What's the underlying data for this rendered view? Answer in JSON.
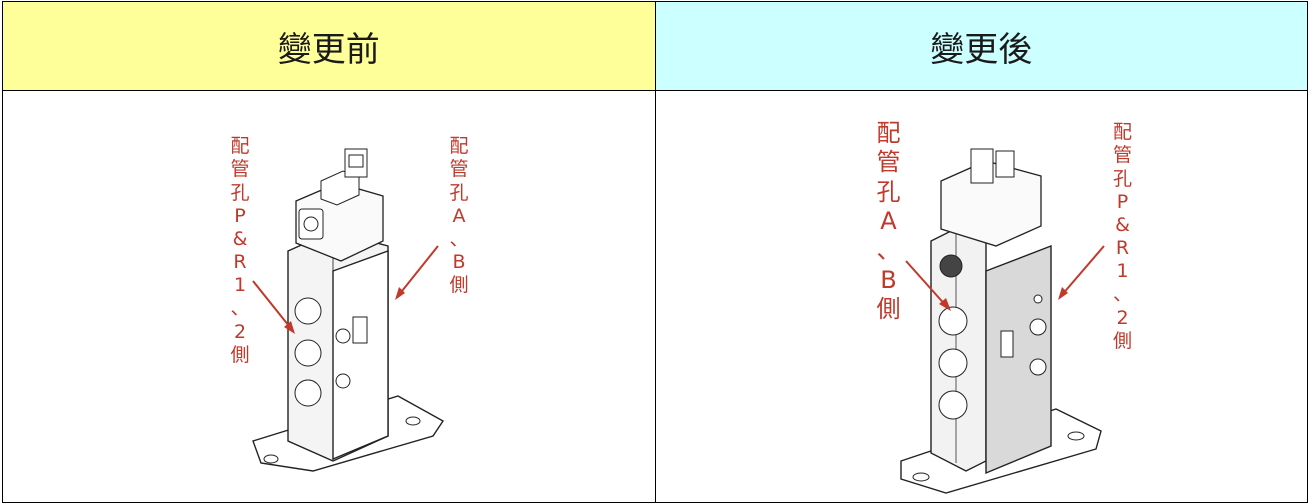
{
  "header": {
    "before": "變更前",
    "after": "變更後"
  },
  "before": {
    "label_left": [
      "配",
      "管",
      "孔",
      "P",
      "&",
      "R",
      "1",
      "、",
      "2",
      "側"
    ],
    "label_right": [
      "配",
      "管",
      "孔",
      "A",
      "、",
      "B",
      "側"
    ]
  },
  "after": {
    "label_left": [
      "配",
      "管",
      "孔",
      "A",
      "、",
      "B",
      "側"
    ],
    "label_right": [
      "配",
      "管",
      "孔",
      "P",
      "&",
      "R",
      "1",
      "、",
      "2",
      "側"
    ]
  },
  "colors": {
    "label": "#c0392b",
    "before_header_bg": "#ffff99",
    "after_header_bg": "#ccffff",
    "arrow": "#c0392b"
  },
  "icons": [
    "solenoid-valve-illustration",
    "arrow-icon"
  ]
}
